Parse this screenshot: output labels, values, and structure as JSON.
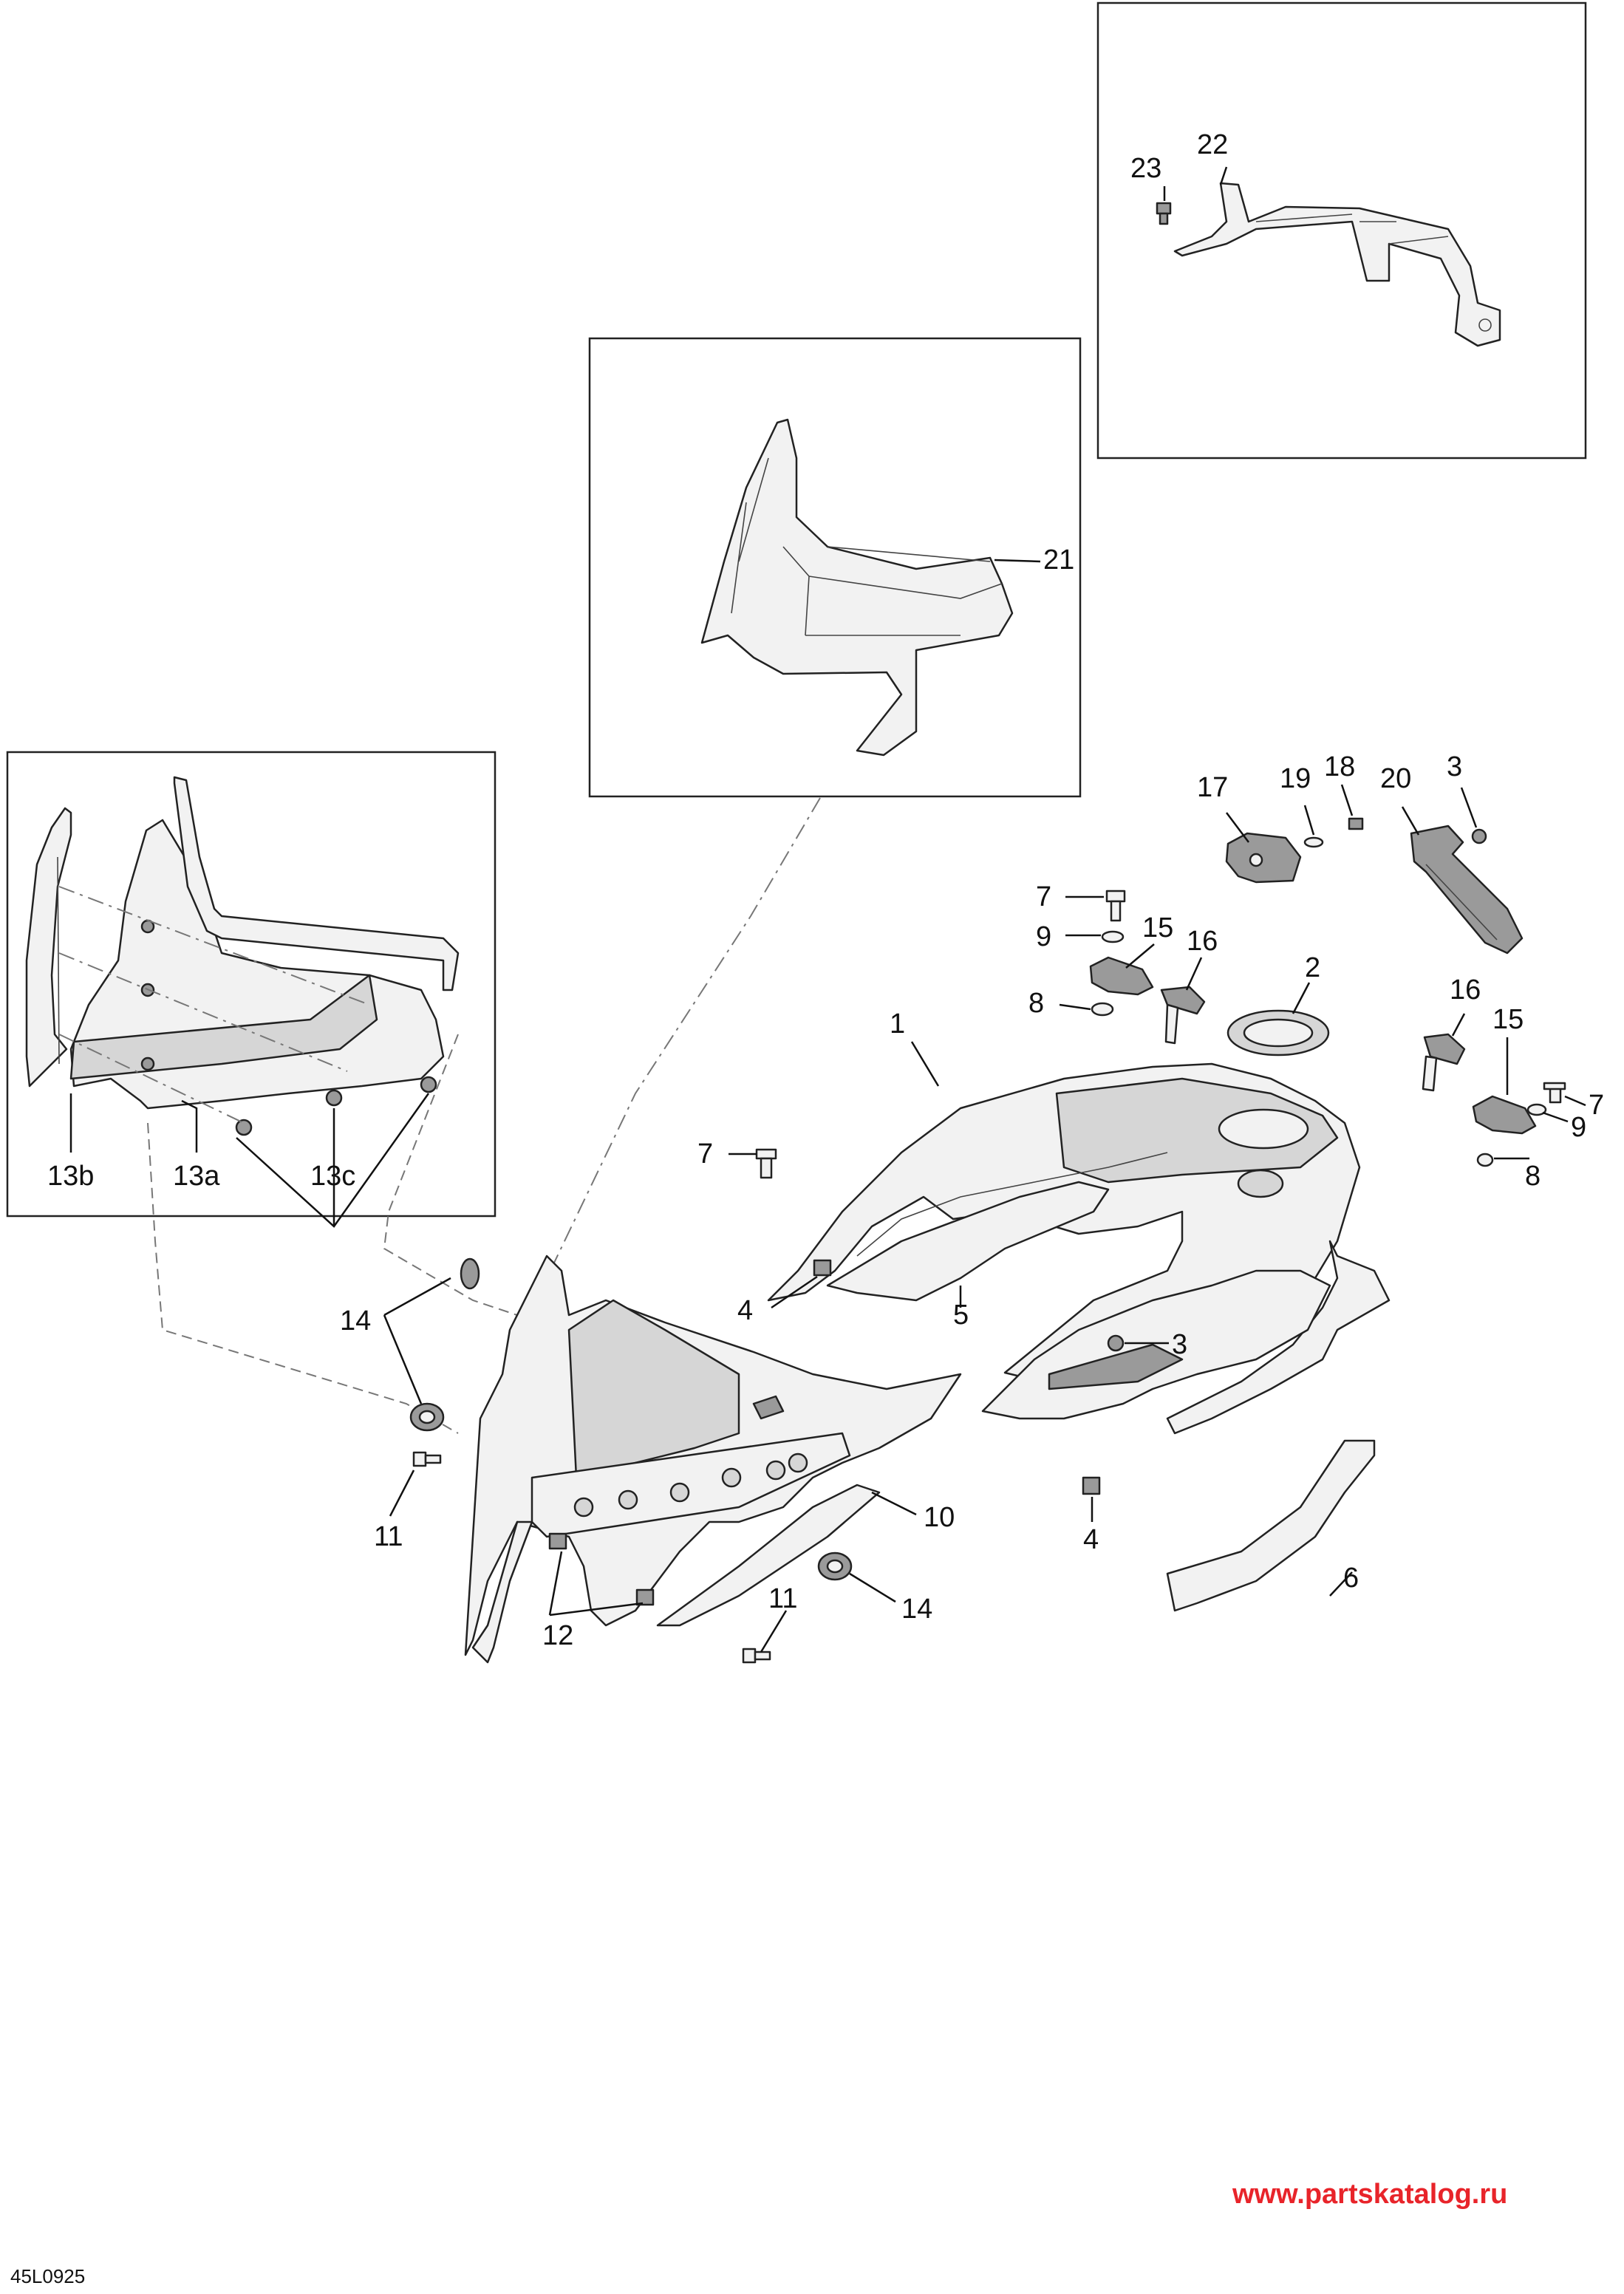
{
  "callouts": {
    "c1": "1",
    "c2": "2",
    "c3a": "3",
    "c3b": "3",
    "c4a": "4",
    "c4b": "4",
    "c5": "5",
    "c6": "6",
    "c7a": "7",
    "c7b": "7",
    "c7c": "7",
    "c8a": "8",
    "c8b": "8",
    "c9a": "9",
    "c9b": "9",
    "c10": "10",
    "c11a": "11",
    "c11b": "11",
    "c12": "12",
    "c13a": "13a",
    "c13b": "13b",
    "c13c": "13c",
    "c14a": "14",
    "c14b": "14",
    "c15a": "15",
    "c15b": "15",
    "c16a": "16",
    "c16b": "16",
    "c17": "17",
    "c18": "18",
    "c19": "19",
    "c20": "20",
    "c21": "21",
    "c22": "22",
    "c23": "23"
  },
  "watermark": "www.partskatalog.ru",
  "doc_ref": "45L0925"
}
